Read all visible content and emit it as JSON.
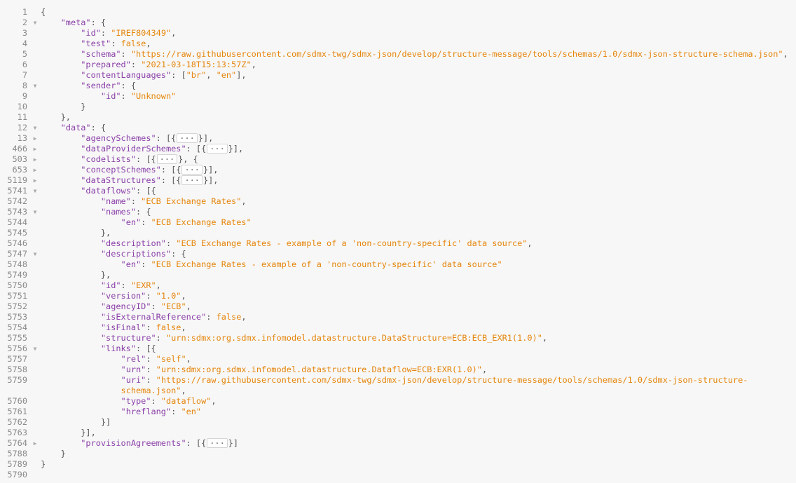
{
  "colors": {
    "key": "#8a3fa8",
    "string": "#e5850b",
    "punct": "#555555",
    "background": "#f7f7f7"
  },
  "lines": [
    {
      "n": "1",
      "fold": "",
      "i": 0,
      "t": [
        [
          "p",
          "{"
        ]
      ]
    },
    {
      "n": "2",
      "fold": "open",
      "i": 1,
      "t": [
        [
          "k",
          "\"meta\""
        ],
        [
          "p",
          ": {"
        ]
      ]
    },
    {
      "n": "3",
      "fold": "",
      "i": 2,
      "t": [
        [
          "k",
          "\"id\""
        ],
        [
          "p",
          ": "
        ],
        [
          "s",
          "\"IREF804349\""
        ],
        [
          "p",
          ","
        ]
      ]
    },
    {
      "n": "4",
      "fold": "",
      "i": 2,
      "t": [
        [
          "k",
          "\"test\""
        ],
        [
          "p",
          ": "
        ],
        [
          "v",
          "false"
        ],
        [
          "p",
          ","
        ]
      ]
    },
    {
      "n": "5",
      "fold": "",
      "i": 2,
      "t": [
        [
          "k",
          "\"schema\""
        ],
        [
          "p",
          ": "
        ],
        [
          "s",
          "\"https://raw.githubusercontent.com/sdmx-twg/sdmx-json/develop/structure-message/tools/schemas/1.0/sdmx-json-structure-schema.json\""
        ],
        [
          "p",
          ","
        ]
      ]
    },
    {
      "n": "6",
      "fold": "",
      "i": 2,
      "t": [
        [
          "k",
          "\"prepared\""
        ],
        [
          "p",
          ": "
        ],
        [
          "s",
          "\"2021-03-18T15:13:57Z\""
        ],
        [
          "p",
          ","
        ]
      ]
    },
    {
      "n": "7",
      "fold": "",
      "i": 2,
      "t": [
        [
          "k",
          "\"contentLanguages\""
        ],
        [
          "p",
          ": ["
        ],
        [
          "s",
          "\"br\""
        ],
        [
          "p",
          ", "
        ],
        [
          "s",
          "\"en\""
        ],
        [
          "p",
          "],"
        ]
      ]
    },
    {
      "n": "8",
      "fold": "open",
      "i": 2,
      "t": [
        [
          "k",
          "\"sender\""
        ],
        [
          "p",
          ": {"
        ]
      ]
    },
    {
      "n": "9",
      "fold": "",
      "i": 3,
      "t": [
        [
          "k",
          "\"id\""
        ],
        [
          "p",
          ": "
        ],
        [
          "s",
          "\"Unknown\""
        ]
      ]
    },
    {
      "n": "10",
      "fold": "",
      "i": 2,
      "t": [
        [
          "p",
          "}"
        ]
      ]
    },
    {
      "n": "11",
      "fold": "",
      "i": 1,
      "t": [
        [
          "p",
          "},"
        ]
      ]
    },
    {
      "n": "12",
      "fold": "open",
      "i": 1,
      "t": [
        [
          "k",
          "\"data\""
        ],
        [
          "p",
          ": {"
        ]
      ]
    },
    {
      "n": "13",
      "fold": "closed",
      "i": 2,
      "t": [
        [
          "k",
          "\"agencySchemes\""
        ],
        [
          "p",
          ": [{"
        ],
        [
          "f",
          "···"
        ],
        [
          "p",
          "}],"
        ]
      ]
    },
    {
      "n": "466",
      "fold": "closed",
      "i": 2,
      "t": [
        [
          "k",
          "\"dataProviderSchemes\""
        ],
        [
          "p",
          ": [{"
        ],
        [
          "f",
          "···"
        ],
        [
          "p",
          "}],"
        ]
      ]
    },
    {
      "n": "503",
      "fold": "closed",
      "i": 2,
      "t": [
        [
          "k",
          "\"codelists\""
        ],
        [
          "p",
          ": [{"
        ],
        [
          "f",
          "···"
        ],
        [
          "p",
          "}, {"
        ]
      ]
    },
    {
      "n": "653",
      "fold": "closed",
      "i": 2,
      "t": [
        [
          "k",
          "\"conceptSchemes\""
        ],
        [
          "p",
          ": [{"
        ],
        [
          "f",
          "···"
        ],
        [
          "p",
          "}],"
        ]
      ]
    },
    {
      "n": "5119",
      "fold": "closed",
      "i": 2,
      "t": [
        [
          "k",
          "\"dataStructures\""
        ],
        [
          "p",
          ": [{"
        ],
        [
          "f",
          "···"
        ],
        [
          "p",
          "}],"
        ]
      ]
    },
    {
      "n": "5741",
      "fold": "open",
      "i": 2,
      "t": [
        [
          "k",
          "\"dataflows\""
        ],
        [
          "p",
          ": [{"
        ]
      ]
    },
    {
      "n": "5742",
      "fold": "",
      "i": 3,
      "t": [
        [
          "k",
          "\"name\""
        ],
        [
          "p",
          ": "
        ],
        [
          "s",
          "\"ECB Exchange Rates\""
        ],
        [
          "p",
          ","
        ]
      ]
    },
    {
      "n": "5743",
      "fold": "open",
      "i": 3,
      "t": [
        [
          "k",
          "\"names\""
        ],
        [
          "p",
          ": {"
        ]
      ]
    },
    {
      "n": "5744",
      "fold": "",
      "i": 4,
      "t": [
        [
          "k",
          "\"en\""
        ],
        [
          "p",
          ": "
        ],
        [
          "s",
          "\"ECB Exchange Rates\""
        ]
      ]
    },
    {
      "n": "5745",
      "fold": "",
      "i": 3,
      "t": [
        [
          "p",
          "},"
        ]
      ]
    },
    {
      "n": "5746",
      "fold": "",
      "i": 3,
      "t": [
        [
          "k",
          "\"description\""
        ],
        [
          "p",
          ": "
        ],
        [
          "s",
          "\"ECB Exchange Rates - example of a 'non-country-specific' data source\""
        ],
        [
          "p",
          ","
        ]
      ]
    },
    {
      "n": "5747",
      "fold": "open",
      "i": 3,
      "t": [
        [
          "k",
          "\"descriptions\""
        ],
        [
          "p",
          ": {"
        ]
      ]
    },
    {
      "n": "5748",
      "fold": "",
      "i": 4,
      "t": [
        [
          "k",
          "\"en\""
        ],
        [
          "p",
          ": "
        ],
        [
          "s",
          "\"ECB Exchange Rates - example of a 'non-country-specific' data source\""
        ]
      ]
    },
    {
      "n": "5749",
      "fold": "",
      "i": 3,
      "t": [
        [
          "p",
          "},"
        ]
      ]
    },
    {
      "n": "5750",
      "fold": "",
      "i": 3,
      "t": [
        [
          "k",
          "\"id\""
        ],
        [
          "p",
          ": "
        ],
        [
          "s",
          "\"EXR\""
        ],
        [
          "p",
          ","
        ]
      ]
    },
    {
      "n": "5751",
      "fold": "",
      "i": 3,
      "t": [
        [
          "k",
          "\"version\""
        ],
        [
          "p",
          ": "
        ],
        [
          "s",
          "\"1.0\""
        ],
        [
          "p",
          ","
        ]
      ]
    },
    {
      "n": "5752",
      "fold": "",
      "i": 3,
      "t": [
        [
          "k",
          "\"agencyID\""
        ],
        [
          "p",
          ": "
        ],
        [
          "s",
          "\"ECB\""
        ],
        [
          "p",
          ","
        ]
      ]
    },
    {
      "n": "5753",
      "fold": "",
      "i": 3,
      "t": [
        [
          "k",
          "\"isExternalReference\""
        ],
        [
          "p",
          ": "
        ],
        [
          "v",
          "false"
        ],
        [
          "p",
          ","
        ]
      ]
    },
    {
      "n": "5754",
      "fold": "",
      "i": 3,
      "t": [
        [
          "k",
          "\"isFinal\""
        ],
        [
          "p",
          ": "
        ],
        [
          "v",
          "false"
        ],
        [
          "p",
          ","
        ]
      ]
    },
    {
      "n": "5755",
      "fold": "",
      "i": 3,
      "t": [
        [
          "k",
          "\"structure\""
        ],
        [
          "p",
          ": "
        ],
        [
          "s",
          "\"urn:sdmx:org.sdmx.infomodel.datastructure.DataStructure=ECB:ECB_EXR1(1.0)\""
        ],
        [
          "p",
          ","
        ]
      ]
    },
    {
      "n": "5756",
      "fold": "open",
      "i": 3,
      "t": [
        [
          "k",
          "\"links\""
        ],
        [
          "p",
          ": [{"
        ]
      ]
    },
    {
      "n": "5757",
      "fold": "",
      "i": 4,
      "t": [
        [
          "k",
          "\"rel\""
        ],
        [
          "p",
          ": "
        ],
        [
          "s",
          "\"self\""
        ],
        [
          "p",
          ","
        ]
      ]
    },
    {
      "n": "5758",
      "fold": "",
      "i": 4,
      "t": [
        [
          "k",
          "\"urn\""
        ],
        [
          "p",
          ": "
        ],
        [
          "s",
          "\"urn:sdmx:org.sdmx.infomodel.datastructure.Dataflow=ECB:EXR(1.0)\""
        ],
        [
          "p",
          ","
        ]
      ]
    },
    {
      "n": "5759",
      "fold": "",
      "i": 4,
      "t": [
        [
          "k",
          "\"uri\""
        ],
        [
          "p",
          ": "
        ],
        [
          "s",
          "\"https://raw.githubusercontent.com/sdmx-twg/sdmx-json/develop/structure-message/tools/schemas/1.0/sdmx-json-structure-"
        ]
      ]
    },
    {
      "n": "",
      "fold": "",
      "i": 4,
      "t": [
        [
          "s",
          "schema.json\""
        ],
        [
          "p",
          ","
        ]
      ]
    },
    {
      "n": "5760",
      "fold": "",
      "i": 4,
      "t": [
        [
          "k",
          "\"type\""
        ],
        [
          "p",
          ": "
        ],
        [
          "s",
          "\"dataflow\""
        ],
        [
          "p",
          ","
        ]
      ]
    },
    {
      "n": "5761",
      "fold": "",
      "i": 4,
      "t": [
        [
          "k",
          "\"hreflang\""
        ],
        [
          "p",
          ": "
        ],
        [
          "s",
          "\"en\""
        ]
      ]
    },
    {
      "n": "5762",
      "fold": "",
      "i": 3,
      "t": [
        [
          "p",
          "}]"
        ]
      ]
    },
    {
      "n": "5763",
      "fold": "",
      "i": 2,
      "t": [
        [
          "p",
          "}],"
        ]
      ]
    },
    {
      "n": "5764",
      "fold": "closed",
      "i": 2,
      "t": [
        [
          "k",
          "\"provisionAgreements\""
        ],
        [
          "p",
          ": [{"
        ],
        [
          "f",
          "···"
        ],
        [
          "p",
          "}]"
        ]
      ]
    },
    {
      "n": "5788",
      "fold": "",
      "i": 1,
      "t": [
        [
          "p",
          "}"
        ]
      ]
    },
    {
      "n": "5789",
      "fold": "",
      "i": 0,
      "t": [
        [
          "p",
          "}"
        ]
      ]
    },
    {
      "n": "5790",
      "fold": "",
      "i": 0,
      "t": []
    }
  ]
}
